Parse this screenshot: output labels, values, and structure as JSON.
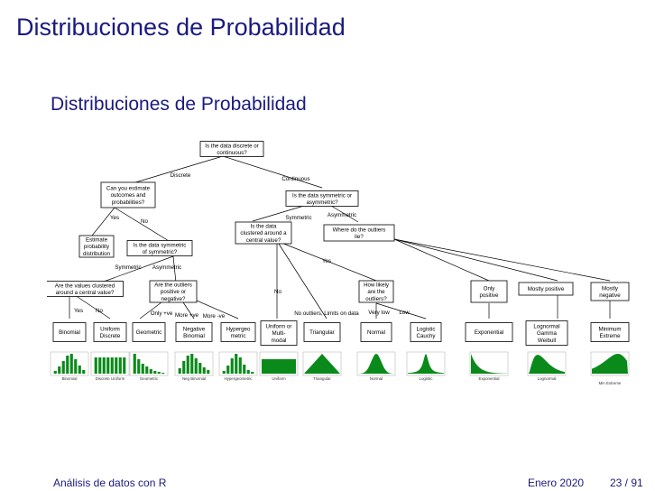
{
  "frame_title": "Distribuciones de Probabilidad",
  "block_title": "Distribuciones de Probabilidad",
  "footer": {
    "left": "Análisis de datos con R",
    "date": "Enero 2020",
    "page": "23 / 91"
  },
  "flowchart": {
    "nodes": {
      "root": [
        "Is the data discrete or",
        "continuous?"
      ],
      "estimate": [
        "Can you estimate",
        "outcomes and",
        "probabilities?"
      ],
      "symmetric_q": [
        "Is the data symmetric or",
        "asymmetric?"
      ],
      "est_dist": [
        "Estimate",
        "probability",
        "distribution"
      ],
      "disc_sym": [
        "Is the data symmetric",
        "of symmetric?"
      ],
      "clustered": [
        "Is the data",
        "clustered around a",
        "central value?"
      ],
      "outliers_lie": [
        "Where do the outliers",
        "lie?"
      ],
      "vals_clustered": [
        "Are the values clustered",
        "around a central value?"
      ],
      "outliers_pos": [
        "Are the outliers",
        "positive or",
        "negative?"
      ],
      "how_likely": [
        "How likely",
        "are the",
        "outliers?"
      ],
      "only_pos": [
        "Only",
        "positive"
      ],
      "mostly_pos": [
        "Mostly positive"
      ],
      "mostly_neg": [
        "Mostly",
        "negative"
      ]
    },
    "edge_labels": {
      "discrete": "Discrete",
      "continuous": "Continuous",
      "yes1": "Yes",
      "no1": "No",
      "symmetric": "Symmetric",
      "asymmetric": "Asymmetric",
      "symmetric2": "Symmetric",
      "asymmetric2": "Asymmetric",
      "yes2": "Yes",
      "yes3": "Yes",
      "no2": "No",
      "only_ve": "Only +ve",
      "more_pve": "More +ve",
      "more_nve": "More -ve",
      "no3": "No",
      "no_outliers": "No outliers, Limits on data",
      "very_low": "Very low",
      "low": "Low"
    },
    "leaves": [
      [
        "Binomial"
      ],
      [
        "Uniform",
        "Discrete"
      ],
      [
        "Geometric"
      ],
      [
        "Negative",
        "Binomial"
      ],
      [
        "Hypergeo",
        "metric"
      ],
      [
        "Uniform or",
        "Multi-",
        "modal"
      ],
      [
        "Triangular"
      ],
      [
        "Normal"
      ],
      [
        "Logistic",
        "Cauchy"
      ],
      [
        "Exponential"
      ],
      [
        "Lognormal",
        "Gamma",
        "Weibull"
      ],
      [
        "Minimum",
        "Extreme"
      ]
    ],
    "thumb_captions": [
      "Binomial",
      "Discrete Uniform",
      "Geometric",
      "Neg Binomial",
      "Hypergeometric",
      "Uniform",
      "Triangular",
      "Normal",
      "Logistic",
      "Exponential",
      "Lognormal",
      "Min Extreme"
    ],
    "thumb_color": "#0a8a1a"
  }
}
